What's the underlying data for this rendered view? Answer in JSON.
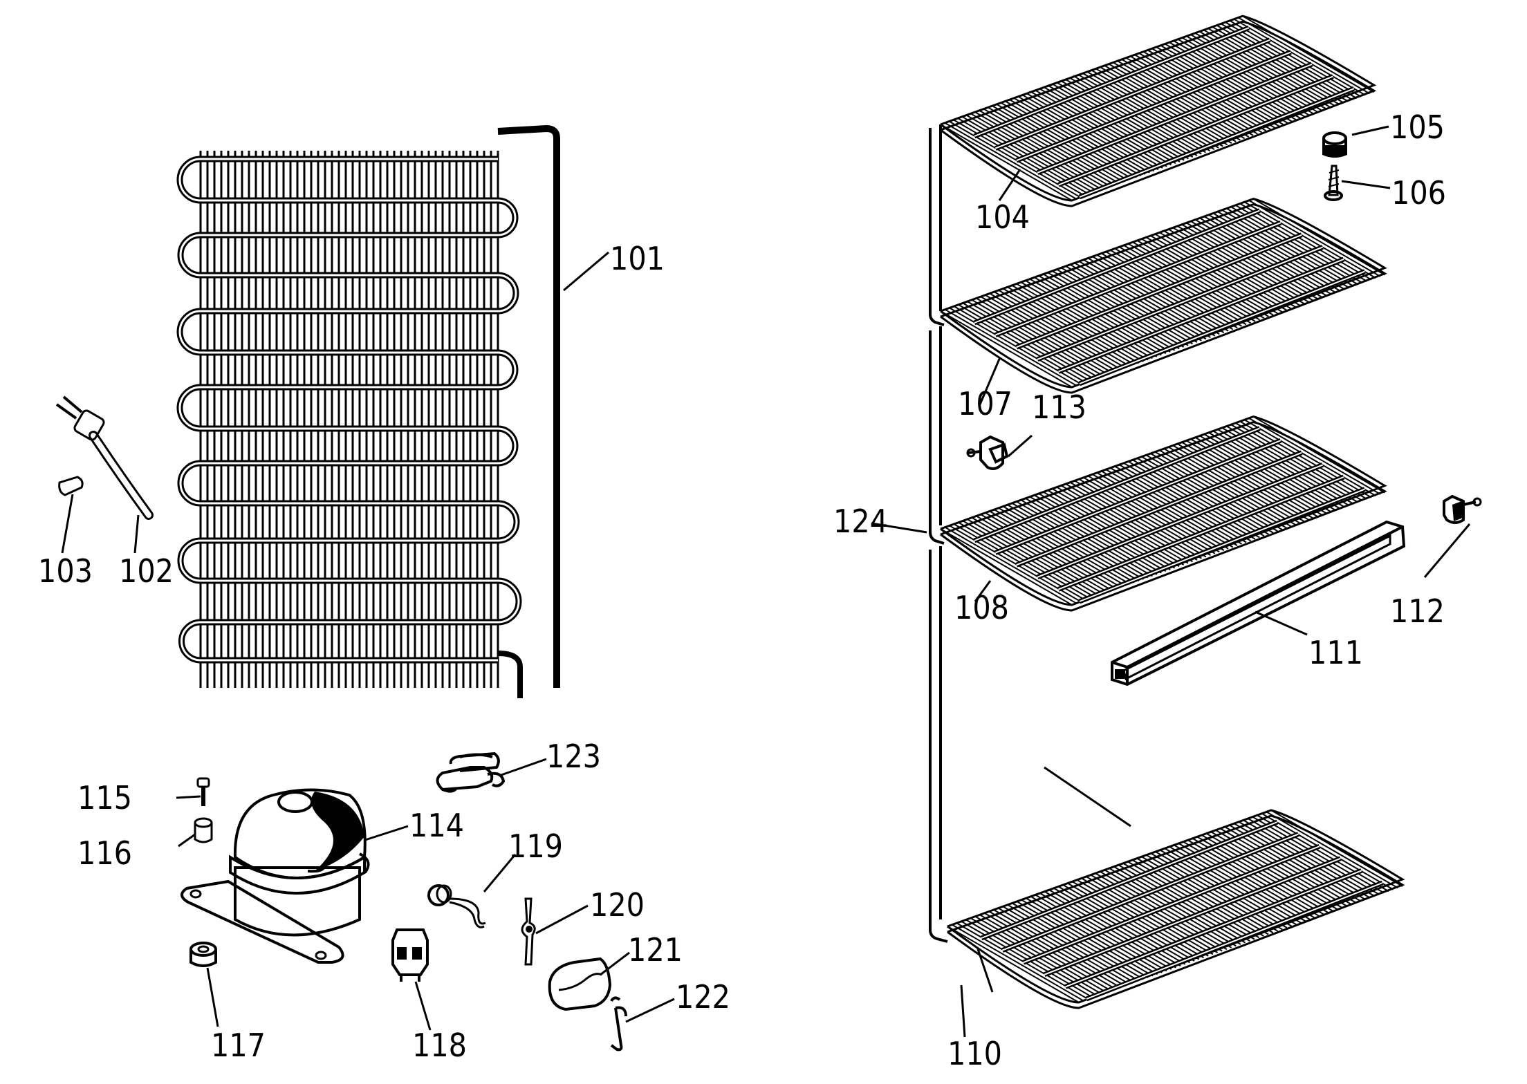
{
  "labels": {
    "p101": "101",
    "p102": "102",
    "p103": "103",
    "p104": "104",
    "p105": "105",
    "p106": "106",
    "p107": "107",
    "p108": "108",
    "p110": "110",
    "p111": "111",
    "p112": "112",
    "p113": "113",
    "p114": "114",
    "p115": "115",
    "p116": "116",
    "p117": "117",
    "p118": "118",
    "p119": "119",
    "p120": "120",
    "p121": "121",
    "p122": "122",
    "p123": "123",
    "p124": "124"
  },
  "colors": {
    "ink": "#000000",
    "paper": "#ffffff",
    "fill": "#dddddd"
  }
}
